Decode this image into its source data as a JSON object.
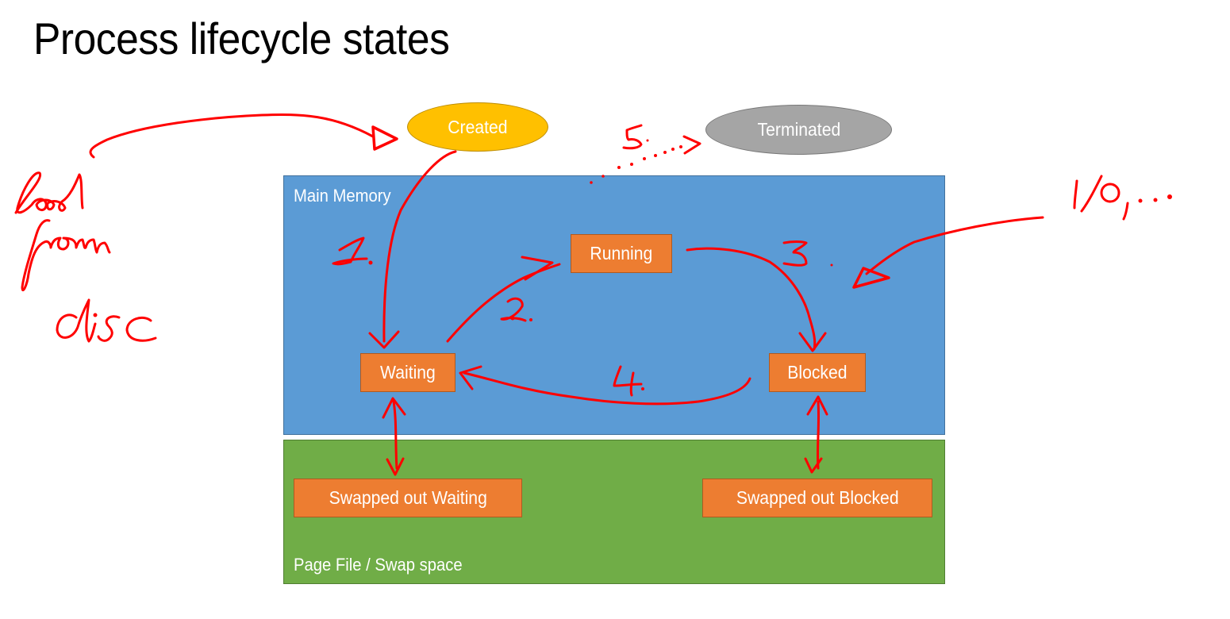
{
  "slide": {
    "title": "Process lifecycle states"
  },
  "regions": {
    "main_memory": {
      "label": "Main Memory",
      "color": "#5b9bd5"
    },
    "swap_space": {
      "label": "Page File / Swap space",
      "color": "#70ad47"
    }
  },
  "states": {
    "created": {
      "label": "Created",
      "color": "#ffc000"
    },
    "terminated": {
      "label": "Terminated",
      "color": "#a5a5a5"
    },
    "running": {
      "label": "Running",
      "color": "#ed7d31"
    },
    "waiting": {
      "label": "Waiting",
      "color": "#ed7d31"
    },
    "blocked": {
      "label": "Blocked",
      "color": "#ed7d31"
    },
    "swapped_out_waiting": {
      "label": "Swapped out Waiting",
      "color": "#ed7d31"
    },
    "swapped_out_blocked": {
      "label": "Swapped out Blocked",
      "color": "#ed7d31"
    }
  },
  "annotations": {
    "ink_color": "#ff0000",
    "load_from_disc": "load from disc",
    "io": "I/O, ...",
    "transitions": [
      {
        "number": "1.",
        "from": "Created",
        "to": "Waiting"
      },
      {
        "number": "2.",
        "from": "Waiting",
        "to": "Running"
      },
      {
        "number": "3.",
        "from": "Running",
        "to": "Blocked"
      },
      {
        "number": "4.",
        "from": "Blocked",
        "to": "Waiting"
      },
      {
        "number": "5.",
        "from": "Main Memory",
        "to": "Terminated"
      }
    ],
    "swap_links": [
      {
        "from": "Waiting",
        "to": "Swapped out Waiting",
        "bidirectional": true
      },
      {
        "from": "Blocked",
        "to": "Swapped out Blocked",
        "bidirectional": true
      }
    ]
  }
}
